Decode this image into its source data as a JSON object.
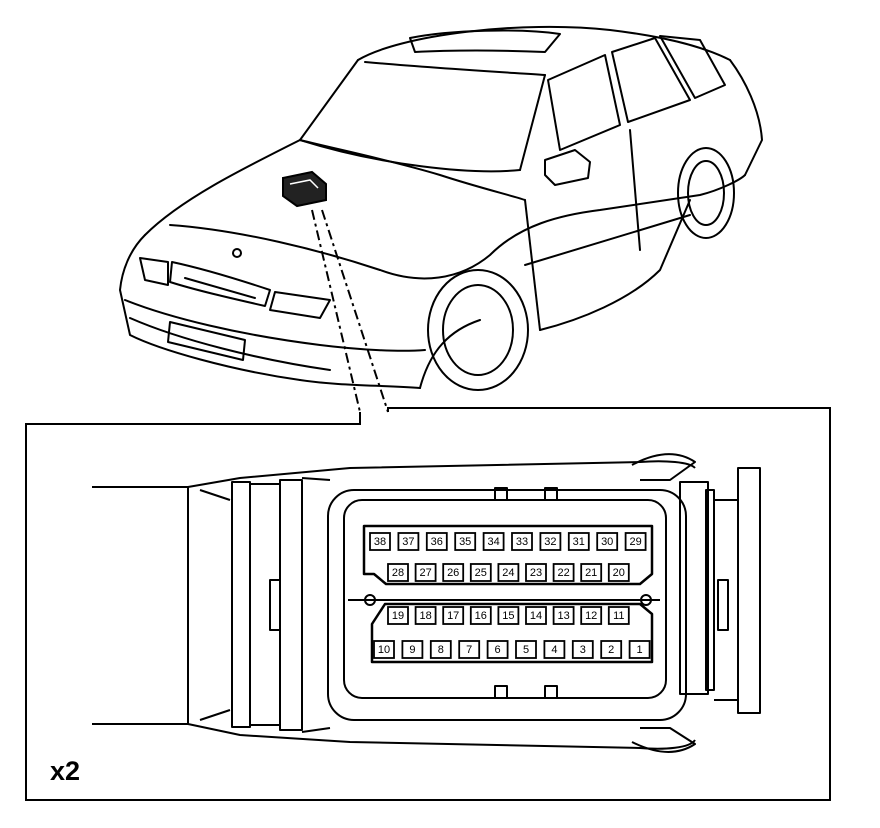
{
  "quantity_label": "x2",
  "colors": {
    "line": "#000000",
    "background": "#ffffff"
  },
  "connector": {
    "top_row_a": [
      "38",
      "37",
      "36",
      "35",
      "34",
      "33",
      "32",
      "31",
      "30",
      "29"
    ],
    "top_row_b": [
      "28",
      "27",
      "26",
      "25",
      "24",
      "23",
      "22",
      "21",
      "20"
    ],
    "bottom_row_a": [
      "19",
      "18",
      "17",
      "16",
      "15",
      "14",
      "13",
      "12",
      "11"
    ],
    "bottom_row_b": [
      "10",
      "9",
      "8",
      "7",
      "6",
      "5",
      "4",
      "3",
      "2",
      "1"
    ]
  },
  "icons": [
    "car-illustration-icon",
    "connector-location-icon",
    "connector-housing-icon"
  ]
}
